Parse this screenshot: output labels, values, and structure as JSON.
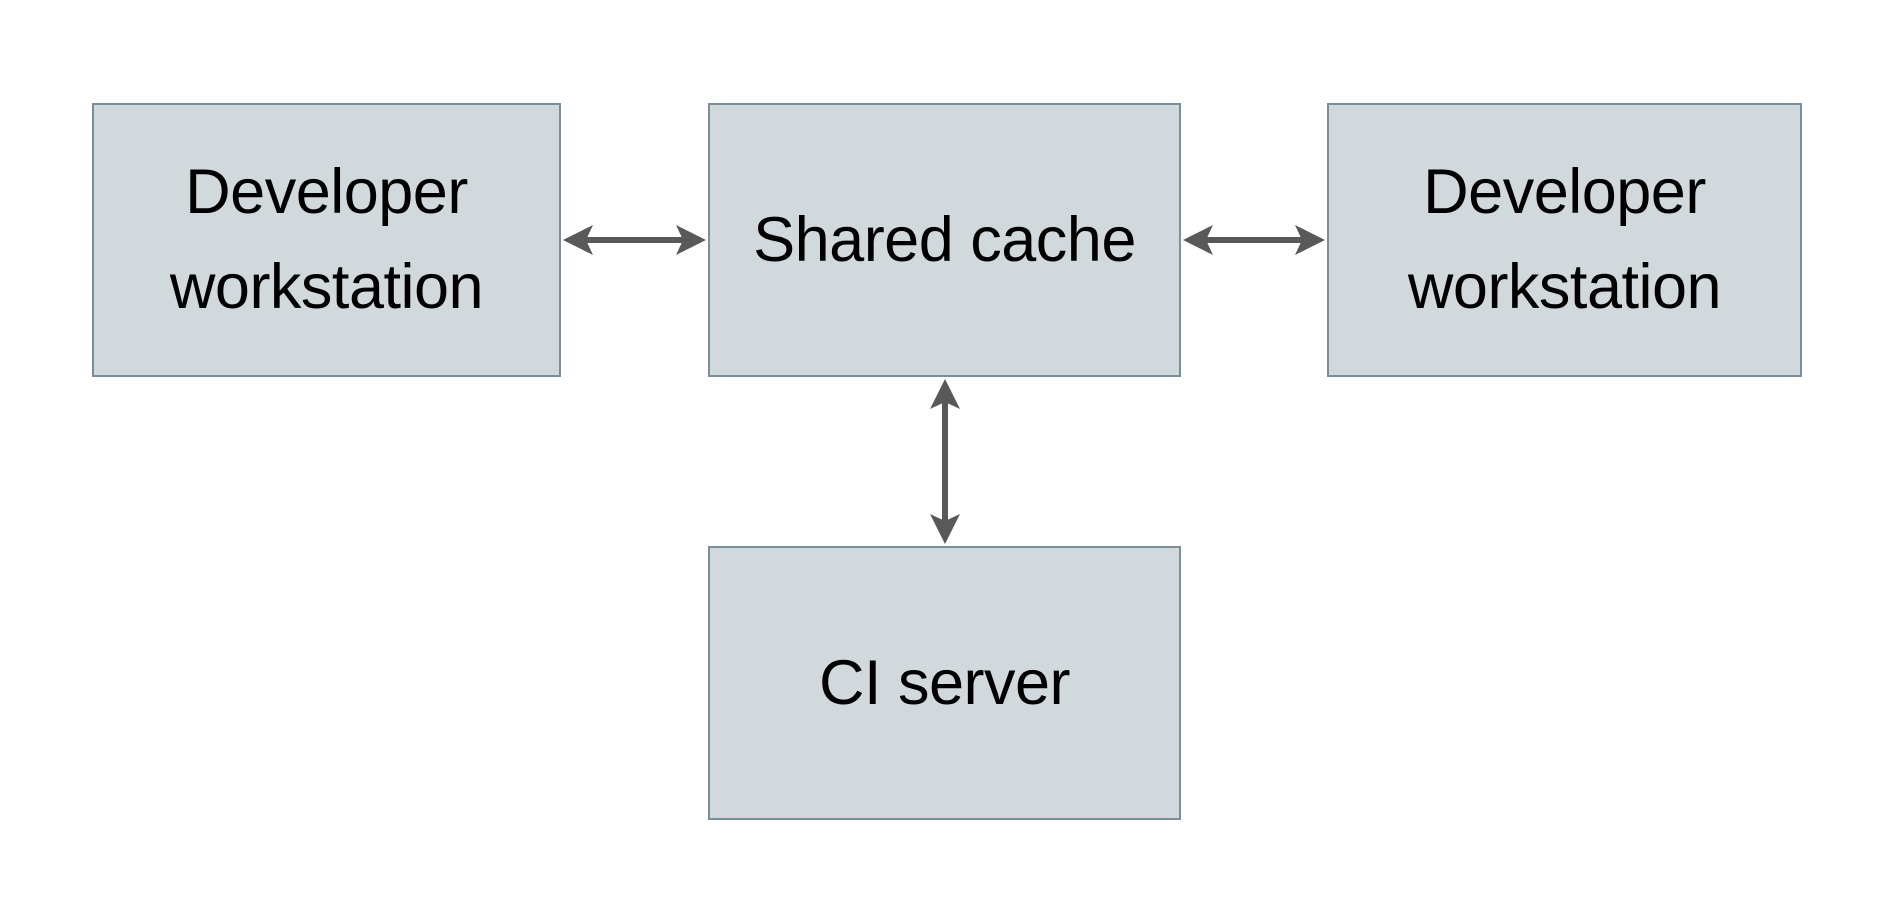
{
  "diagram": {
    "background_color": "#ffffff",
    "nodes": [
      {
        "id": "developer-workstation-left",
        "label": "Developer workstation"
      },
      {
        "id": "shared-cache",
        "label": "Shared cache"
      },
      {
        "id": "developer-workstation-right",
        "label": "Developer workstation"
      },
      {
        "id": "ci-server",
        "label": "CI server"
      }
    ],
    "edges": [
      {
        "from": "developer-workstation-left",
        "to": "shared-cache",
        "type": "bidirectional-arrow",
        "orientation": "horizontal"
      },
      {
        "from": "shared-cache",
        "to": "developer-workstation-right",
        "type": "bidirectional-arrow",
        "orientation": "horizontal"
      },
      {
        "from": "shared-cache",
        "to": "ci-server",
        "type": "bidirectional-arrow",
        "orientation": "vertical"
      }
    ],
    "colors": {
      "node_fill": "#d2d9dc",
      "node_border": "#7b8f9a",
      "arrow": "#595959",
      "text": "#000000"
    }
  }
}
